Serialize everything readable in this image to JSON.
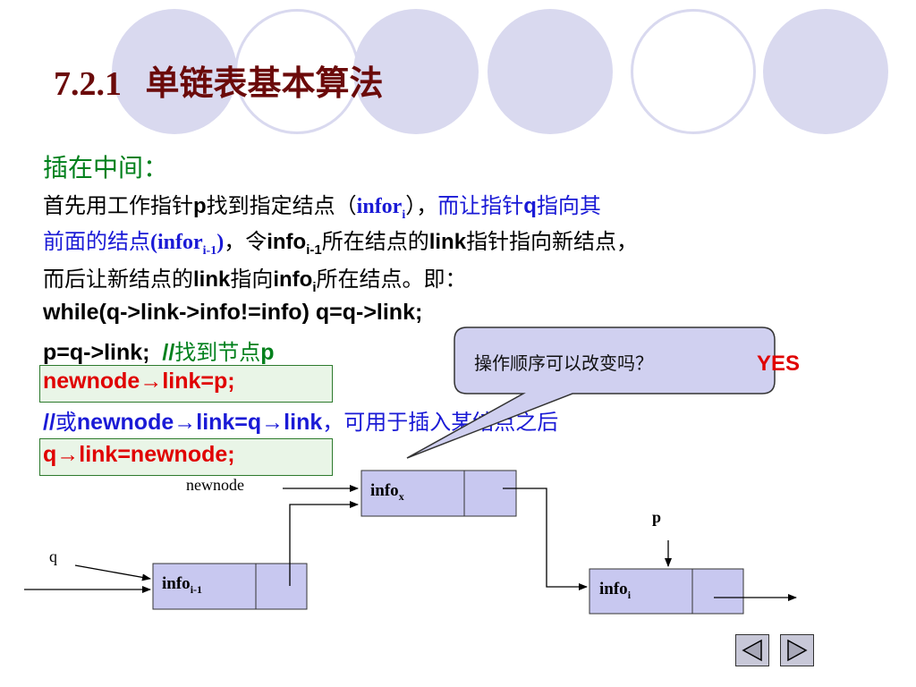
{
  "title": {
    "number": "7.2.1",
    "text": "单链表基本算法"
  },
  "heading": "插在中间：",
  "paragraph": {
    "l1_a": "首先用工作指针",
    "l1_p": "p",
    "l1_b": "找到指定结点（",
    "l1_infor": "infor",
    "l1_i": "i",
    "l1_c": "），",
    "l1_blue": "而让指针",
    "l1_q": "q",
    "l1_d": "指向其",
    "l2_a": "前面的结点",
    "l2_infor": "(infor",
    "l2_sub": "i-1",
    "l2_b": ")",
    "l2_c": "，令",
    "l2_info": "info",
    "l2_sub2": "i-1",
    "l2_d": "所在结点的",
    "l2_link": "link",
    "l2_e": "指针指向新结点，",
    "l3_a": "而后让新结点的",
    "l3_link": "link",
    "l3_b": "指向",
    "l3_info": "info",
    "l3_sub": "i",
    "l3_c": "所在结点。即："
  },
  "code": {
    "while_line": "while(q->link->info!=info) q=q->link;",
    "p_line": "p=q->link;",
    "p_comment_slashes": "//",
    "p_comment": "找到节点",
    "p_comment_p": "p",
    "newnode_line": "newnode→link=p;",
    "alt_slashes": "//",
    "alt_a": "或",
    "alt_code": "newnode→link=q→link",
    "alt_b": "，可用于插入某结点之后",
    "q_line": "q→link=newnode;"
  },
  "callout": {
    "text": "操作顺序可以改变吗？",
    "answer": "YES"
  },
  "diagram": {
    "newnode_label": "newnode",
    "q_label": "q",
    "p_label": "p",
    "node_x": {
      "text": "info",
      "sub": "x"
    },
    "node_prev": {
      "text": "info",
      "sub": "i-1"
    },
    "node_i": {
      "text": "info",
      "sub": "i"
    }
  },
  "nav": {
    "prev": "previous-slide",
    "next": "next-slide"
  },
  "colors": {
    "title": "#6b0a0a",
    "green": "#00801c",
    "blue": "#1a1ad6",
    "red": "#e00000",
    "circle": "#d9d9ef",
    "node_fill": "#c8c8f0"
  }
}
